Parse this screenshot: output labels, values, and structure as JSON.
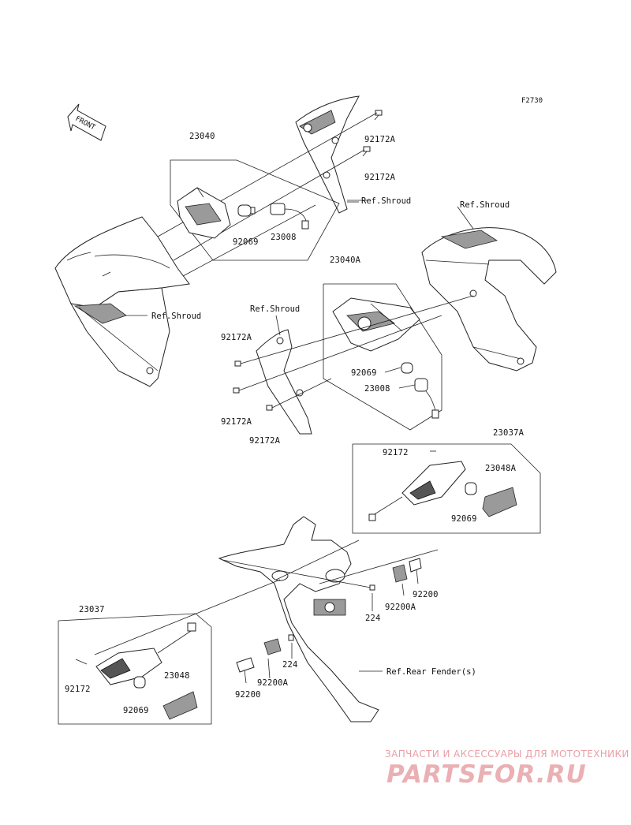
{
  "figure_code": "F2730",
  "front_arrow": "FRONT",
  "labels": {
    "p23040": "23040",
    "p92172A_1": "92172A",
    "p92172A_2": "92172A",
    "ref_shroud_1": "Ref.Shroud",
    "ref_shroud_2": "Ref.Shroud",
    "p92069_1": "92069",
    "p23008_1": "23008",
    "ref_shroud_3": "Ref.Shroud",
    "p23040A": "23040A",
    "ref_shroud_4": "Ref.Shroud",
    "p92172A_3": "92172A",
    "p92069_2": "92069",
    "p23008_2": "23008",
    "p92172A_4": "92172A",
    "p92172A_5": "92172A",
    "p23037A": "23037A",
    "p92172": "92172",
    "p23048A": "23048A",
    "p92069_3": "92069",
    "p224_1": "224",
    "p92200_1": "92200",
    "p92200A_1": "92200A",
    "p23037": "23037",
    "p224_2": "224",
    "ref_rear_fender": "Ref.Rear Fender(s)",
    "p92200A_2": "92200A",
    "p92172_2": "92172",
    "p23048": "23048",
    "p92069_4": "92069",
    "p92200_2": "92200"
  },
  "watermark": {
    "tagline": "ЗАПЧАСТИ И АКСЕССУАРЫ ДЛЯ МОТОТЕХНИКИ",
    "logo": "PARTSFOR.RU"
  }
}
